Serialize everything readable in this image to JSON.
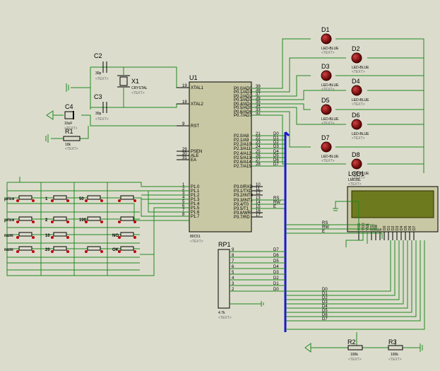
{
  "placeholder_text": "<TEXT>",
  "components": {
    "c2": {
      "ref": "C2",
      "value": "30p"
    },
    "c3": {
      "ref": "C3",
      "value": "30p"
    },
    "c4": {
      "ref": "C4",
      "value": "10uF"
    },
    "x1": {
      "ref": "X1",
      "value": "CRYSTAL"
    },
    "r1": {
      "ref": "R1",
      "value": "10k"
    },
    "r2": {
      "ref": "R2",
      "value": "100k"
    },
    "r3": {
      "ref": "R3",
      "value": "100k"
    },
    "rp1": {
      "ref": "RP1",
      "value": "4.7k"
    },
    "lcd": {
      "ref": "LCD1",
      "value": "LM016L"
    },
    "mcu": {
      "ref": "U1",
      "part": "80C51",
      "left_pins": [
        {
          "num": "19",
          "name": "XTAL1"
        },
        {
          "num": "18",
          "name": "XTAL2"
        },
        {
          "num": "9",
          "name": "RST"
        },
        {
          "num": "29",
          "name": "PSEN"
        },
        {
          "num": "30",
          "name": "ALE"
        },
        {
          "num": "31",
          "name": "EA"
        },
        {
          "num": "1",
          "name": "P1.0"
        },
        {
          "num": "2",
          "name": "P1.1"
        },
        {
          "num": "3",
          "name": "P1.2"
        },
        {
          "num": "4",
          "name": "P1.3"
        },
        {
          "num": "5",
          "name": "P1.4"
        },
        {
          "num": "6",
          "name": "P1.5"
        },
        {
          "num": "7",
          "name": "P1.6"
        },
        {
          "num": "8",
          "name": "P1.7"
        }
      ],
      "right_pins": [
        {
          "num": "39",
          "name": "P0.0/AD0"
        },
        {
          "num": "38",
          "name": "P0.1/AD1"
        },
        {
          "num": "37",
          "name": "P0.2/AD2"
        },
        {
          "num": "36",
          "name": "P0.3/AD3"
        },
        {
          "num": "35",
          "name": "P0.4/AD4"
        },
        {
          "num": "34",
          "name": "P0.5/AD5"
        },
        {
          "num": "33",
          "name": "P0.6/AD6"
        },
        {
          "num": "32",
          "name": "P0.7/AD7"
        },
        {
          "num": "21",
          "name": "P2.0/A8"
        },
        {
          "num": "22",
          "name": "P2.1/A9"
        },
        {
          "num": "23",
          "name": "P2.2/A10"
        },
        {
          "num": "24",
          "name": "P2.3/A11"
        },
        {
          "num": "25",
          "name": "P2.4/A12"
        },
        {
          "num": "26",
          "name": "P2.5/A13"
        },
        {
          "num": "27",
          "name": "P2.6/A14"
        },
        {
          "num": "28",
          "name": "P2.7/A15"
        },
        {
          "num": "10",
          "name": "P3.0/RXD"
        },
        {
          "num": "11",
          "name": "P3.1/TXD"
        },
        {
          "num": "12",
          "name": "P3.2/INT0"
        },
        {
          "num": "13",
          "name": "P3.3/INT1"
        },
        {
          "num": "14",
          "name": "P3.4/T0"
        },
        {
          "num": "15",
          "name": "P3.5/T1"
        },
        {
          "num": "16",
          "name": "P3.6/WR"
        },
        {
          "num": "17",
          "name": "P3.7/RD"
        }
      ],
      "p2_nets": [
        "D0",
        "D1",
        "D2",
        "D3",
        "D4",
        "D5",
        "D6",
        "D7"
      ],
      "p3_nets": [
        "RS",
        "RW",
        "E"
      ]
    },
    "leds": [
      {
        "ref": "D1",
        "type": "LED-BLUE"
      },
      {
        "ref": "D2",
        "type": "LED-BLUE"
      },
      {
        "ref": "D3",
        "type": "LED-BLUE"
      },
      {
        "ref": "D4",
        "type": "LED-BLUE"
      },
      {
        "ref": "D5",
        "type": "LED-BLUE"
      },
      {
        "ref": "D6",
        "type": "LED-BLUE"
      },
      {
        "ref": "D7",
        "type": "LED-BLUE"
      },
      {
        "ref": "D8",
        "type": "LED-BLUE"
      }
    ],
    "rp1_pin_nums": [
      "9",
      "8",
      "7",
      "6",
      "5",
      "4",
      "3",
      "2"
    ],
    "rp1_nets": [
      "D7",
      "D6",
      "D5",
      "D4",
      "D3",
      "D2",
      "D1",
      "D0"
    ],
    "lcd_pins": [
      "VSS",
      "VDD",
      "VEE",
      "RS",
      "RW",
      "E",
      "D0",
      "D1",
      "D2",
      "D3",
      "D4",
      "D5",
      "D6",
      "D7"
    ],
    "lcd_nets": [
      "RS",
      "RW",
      "E"
    ],
    "bottom_bus_nets": [
      "D0",
      "D1",
      "D2",
      "D3",
      "D4",
      "D5",
      "D6",
      "D7"
    ]
  },
  "keypad": {
    "left_labels": [
      "price",
      "price",
      "num",
      "num"
    ],
    "keys": [
      "1",
      "50",
      "2",
      "100",
      "10",
      "NO",
      "20",
      "OK"
    ]
  }
}
